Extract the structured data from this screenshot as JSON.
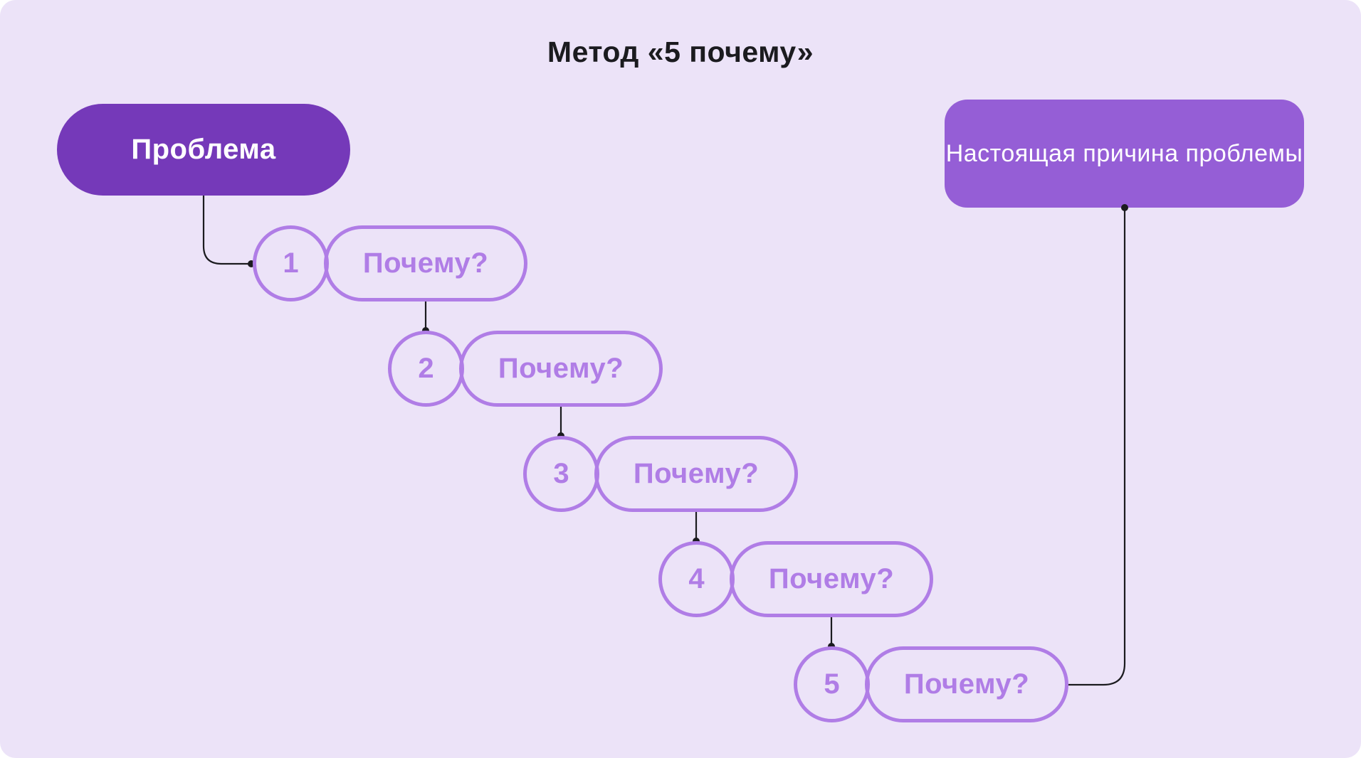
{
  "title": "Метод «5 почему»",
  "problem": {
    "label": "Проблема",
    "color": "#7539b9"
  },
  "root_cause": {
    "label": "Настоящая причина проблемы",
    "color": "#955ed6"
  },
  "steps": [
    {
      "number": "1",
      "label": "Почему?"
    },
    {
      "number": "2",
      "label": "Почему?"
    },
    {
      "number": "3",
      "label": "Почему?"
    },
    {
      "number": "4",
      "label": "Почему?"
    },
    {
      "number": "5",
      "label": "Почему?"
    }
  ],
  "colors": {
    "background": "#ece3f8",
    "step_outline": "#b07de6",
    "connector": "#1b1b1f",
    "title": "#1b1b1f"
  }
}
